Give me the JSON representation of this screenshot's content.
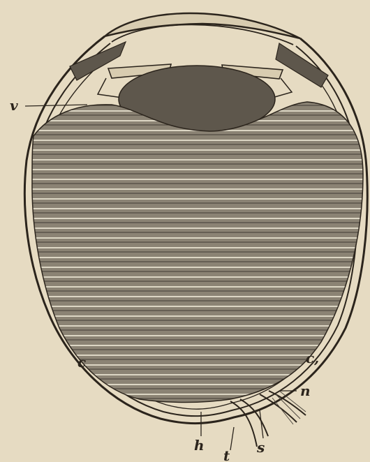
{
  "figure": {
    "labels": {
      "v": "v",
      "c": "c",
      "c1": "c,",
      "n": "n",
      "h": "h",
      "t": "t",
      "s": "s"
    },
    "colors": {
      "paper": "#e6dbc2",
      "ink": "#2b241c",
      "shading": "#8b8374",
      "lens": "#5e574c"
    }
  }
}
